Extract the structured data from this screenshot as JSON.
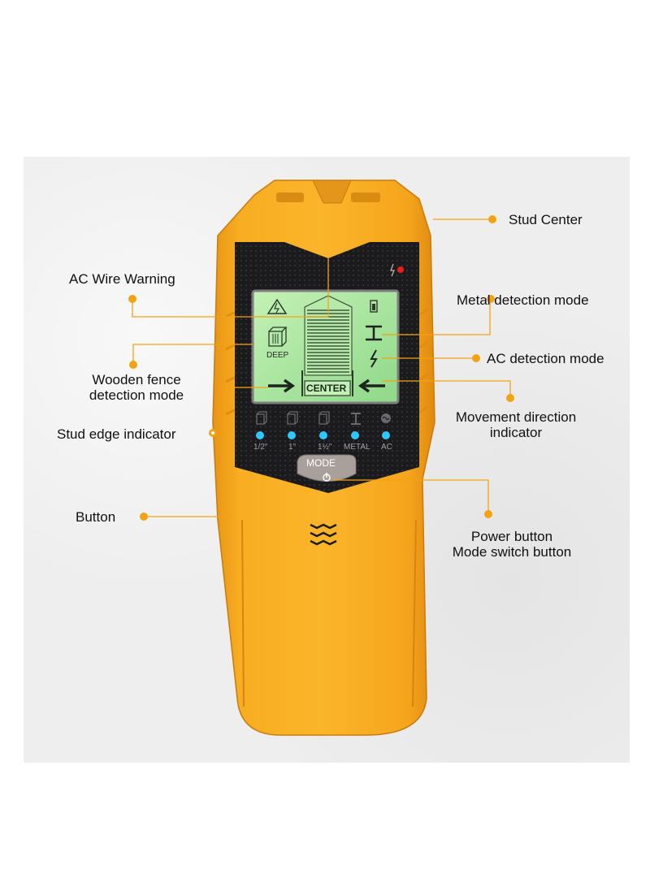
{
  "labels": {
    "stud_center": "Stud Center",
    "ac_wire_warning": "AC Wire Warning",
    "metal_detection_mode": "Metal detection mode",
    "ac_detection_mode": "AC detection mode",
    "wooden_fence_line1": "Wooden fence",
    "wooden_fence_line2": "detection mode",
    "movement_direction_line1": "Movement direction",
    "movement_direction_line2": "indicator",
    "stud_edge_indicator": "Stud edge indicator",
    "button": "Button",
    "power_button": "Power button",
    "mode_switch_button": "Mode switch button"
  },
  "device": {
    "lcd_deep": "DEEP",
    "lcd_center": "CENTER",
    "mode_button": "MODE",
    "indicators": [
      "1/2\"",
      "1\"",
      "1½\"",
      "METAL",
      "AC"
    ]
  },
  "colors": {
    "body": "#f6a91c",
    "face": "#1b1b1d",
    "lcd": "#a8e6a0",
    "led": "#2ec7ff",
    "callout": "#f3a312"
  },
  "icons": [
    "warning-icon",
    "wood-icon",
    "metal-icon",
    "ac-icon",
    "battery-icon",
    "lightning-icon"
  ]
}
